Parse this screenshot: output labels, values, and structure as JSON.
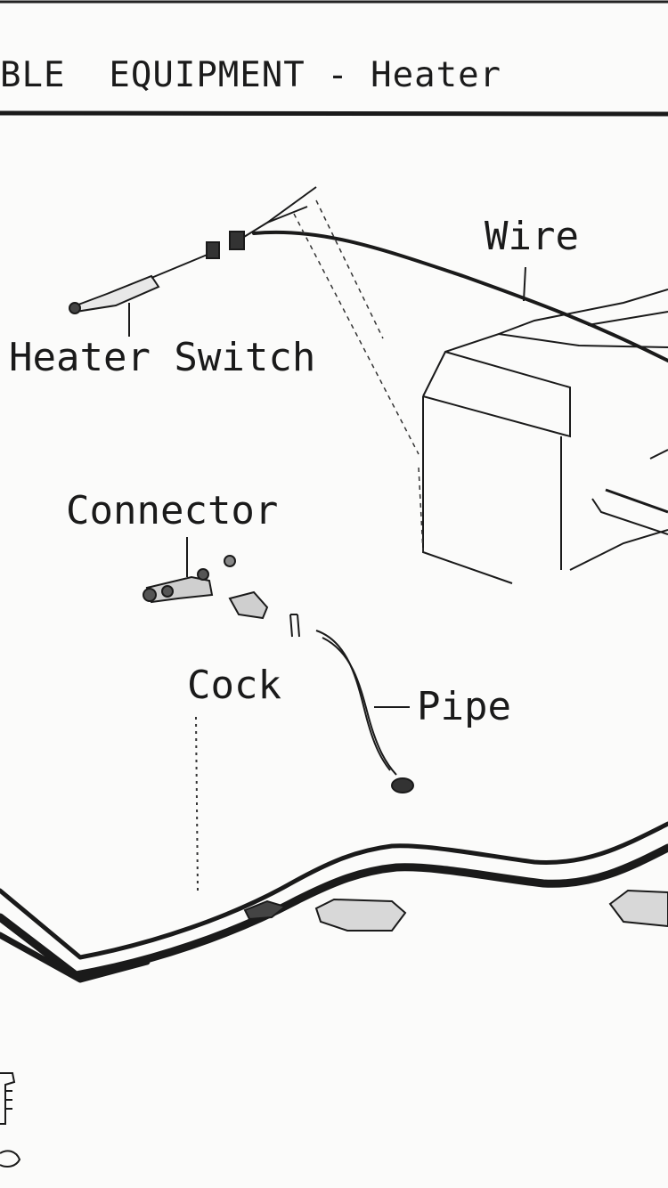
{
  "header": {
    "title": "BLE  EQUIPMENT - Heater"
  },
  "labels": {
    "wire": "Wire",
    "heater_switch": "Heater Switch",
    "connector": "Connector",
    "cock": "Cock",
    "pipe": "Pipe"
  },
  "colors": {
    "ink": "#1a1a1a",
    "paper": "#fbfbfa"
  }
}
